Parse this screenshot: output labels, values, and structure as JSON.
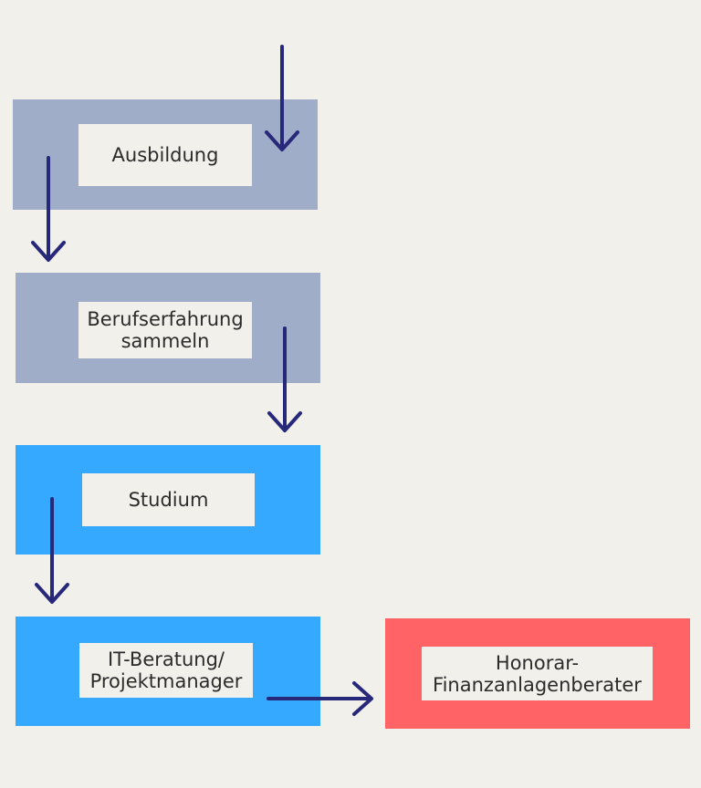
{
  "colors": {
    "background": "#f1f0eb",
    "muted_block": "#9fadc9",
    "bright_block": "#35a8ff",
    "target_block": "#ff6365",
    "arrow": "#27287a",
    "label_bg": "#f1f0eb",
    "label_text": "#2b2b2b"
  },
  "steps": {
    "ausbildung": "Ausbildung",
    "berufserfahrung": "Berufserfahrung\nsammeln",
    "studium": "Studium",
    "it_beratung": "IT-Beratung/\nProjektmanager",
    "honorar": "Honorar-\nFinanzanlagenberater"
  }
}
